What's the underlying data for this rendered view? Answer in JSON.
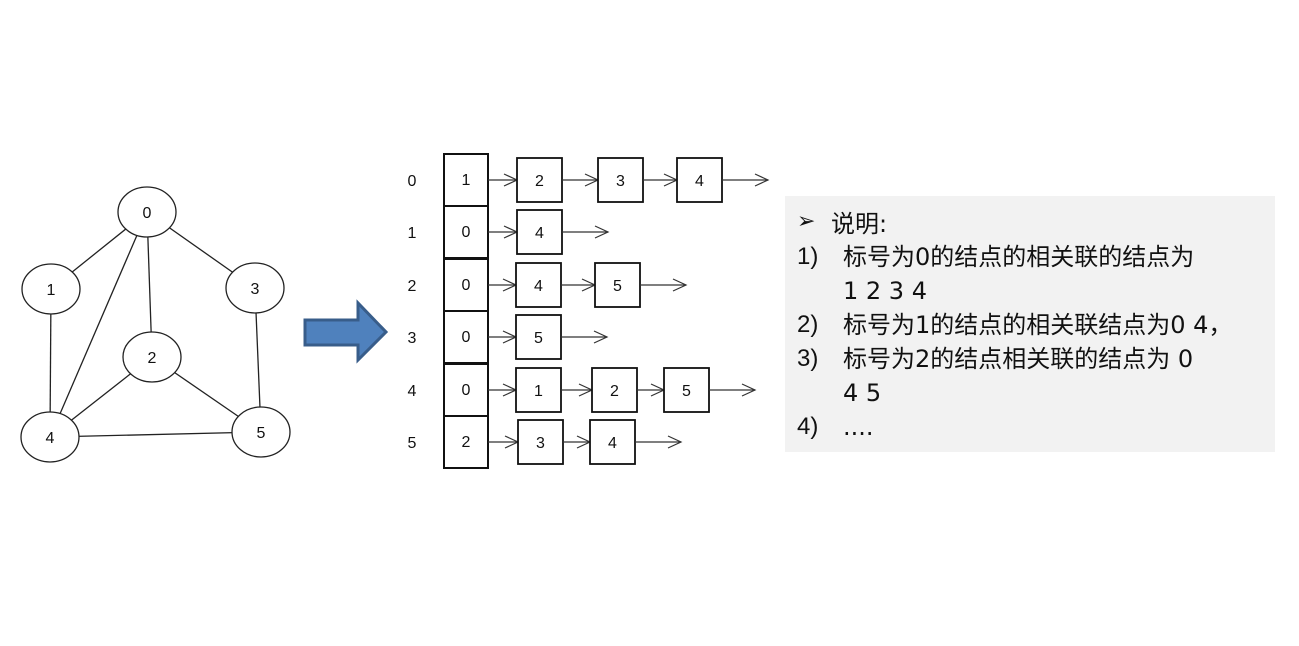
{
  "graph": {
    "nodes": [
      {
        "id": "0",
        "label": "0"
      },
      {
        "id": "1",
        "label": "1"
      },
      {
        "id": "2",
        "label": "2"
      },
      {
        "id": "3",
        "label": "3"
      },
      {
        "id": "4",
        "label": "4"
      },
      {
        "id": "5",
        "label": "5"
      }
    ],
    "edges": [
      [
        "0",
        "1"
      ],
      [
        "0",
        "3"
      ],
      [
        "0",
        "2"
      ],
      [
        "0",
        "4"
      ],
      [
        "1",
        "4"
      ],
      [
        "2",
        "4"
      ],
      [
        "2",
        "5"
      ],
      [
        "3",
        "5"
      ],
      [
        "4",
        "5"
      ]
    ]
  },
  "arrow": {
    "color": "#4f81bd",
    "border": "#385d8a"
  },
  "adjacency_list": [
    {
      "vertex": "0",
      "neighbors": [
        "1",
        "2",
        "3",
        "4"
      ]
    },
    {
      "vertex": "1",
      "neighbors": [
        "0",
        "4"
      ]
    },
    {
      "vertex": "2",
      "neighbors": [
        "0",
        "4",
        "5"
      ]
    },
    {
      "vertex": "3",
      "neighbors": [
        "0",
        "5"
      ]
    },
    {
      "vertex": "4",
      "neighbors": [
        "0",
        "1",
        "2",
        "5"
      ]
    },
    {
      "vertex": "5",
      "neighbors": [
        "2",
        "3",
        "4"
      ]
    }
  ],
  "note": {
    "bullet": "➢",
    "title": "说明:",
    "items": [
      {
        "num": "1)",
        "text": "标号为0的结点的相关联的结点为",
        "cont": "1 2 3 4"
      },
      {
        "num": "2)",
        "text": "标号为1的结点的相关联结点为0 4，",
        "cont": ""
      },
      {
        "num": "3)",
        "text": "标号为2的结点相关联的结点为 0",
        "cont": "4 5"
      },
      {
        "num": "4)",
        "text": "....",
        "cont": ""
      }
    ],
    "background": "#f2f2f2"
  }
}
